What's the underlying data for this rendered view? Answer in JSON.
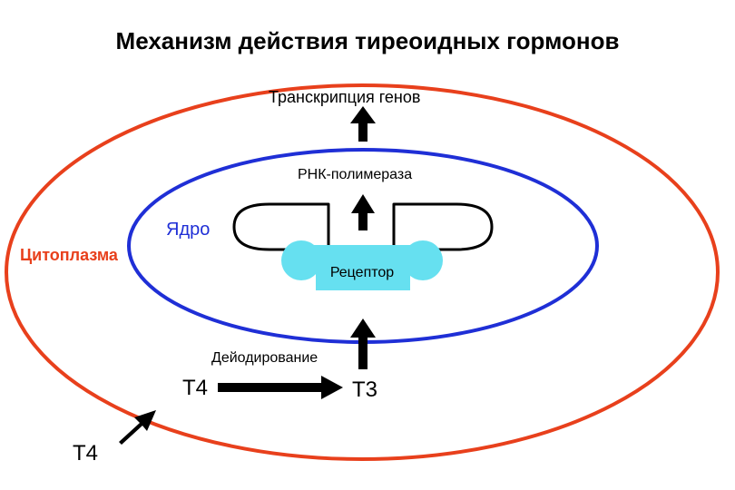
{
  "title": "Механизм действия тиреоидных гормонов",
  "labels": {
    "transcription": "Транскрипция генов",
    "rna_polymerase": "РНК-полимераза",
    "nucleus": "Ядро",
    "cytoplasm": "Цитоплазма",
    "receptor": "Рецептор",
    "deiodination": "Дейодирование",
    "t4_inner": "Т4",
    "t3": "Т3",
    "t4_outer": "Т4"
  },
  "colors": {
    "cell_membrane": "#e8401c",
    "nucleus_membrane": "#1f2fd6",
    "receptor": "#66e0f0",
    "cytoplasm_label": "#e8401c",
    "nucleus_label": "#1f2fd6"
  }
}
